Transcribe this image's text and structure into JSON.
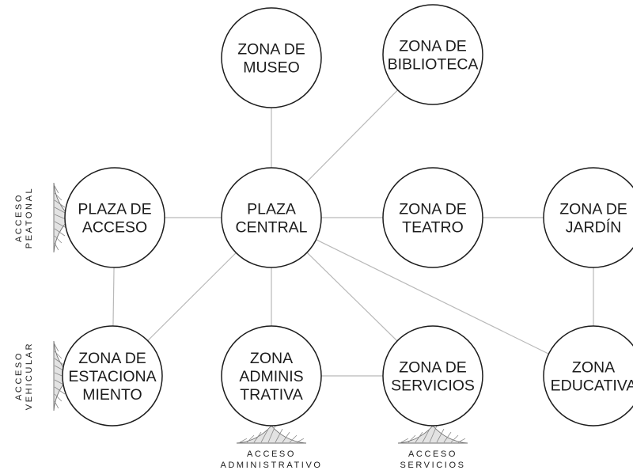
{
  "nodes": [
    {
      "id": "museo",
      "lines": [
        "ZONA DE",
        "MUSEO"
      ]
    },
    {
      "id": "biblioteca",
      "lines": [
        "ZONA DE",
        "BIBLIOTECA"
      ]
    },
    {
      "id": "plaza-acceso",
      "lines": [
        "PLAZA DE",
        "ACCESO"
      ]
    },
    {
      "id": "plaza-central",
      "lines": [
        "PLAZA",
        "CENTRAL"
      ]
    },
    {
      "id": "teatro",
      "lines": [
        "ZONA DE",
        "TEATRO"
      ]
    },
    {
      "id": "jardin",
      "lines": [
        "ZONA DE",
        "JARDÍN"
      ]
    },
    {
      "id": "estacionamiento",
      "lines": [
        "ZONA DE",
        "ESTACIONA",
        "MIENTO"
      ]
    },
    {
      "id": "administrativa",
      "lines": [
        "ZONA",
        "ADMINIS",
        "TRATIVA"
      ]
    },
    {
      "id": "servicios",
      "lines": [
        "ZONA DE",
        "SERVICIOS"
      ]
    },
    {
      "id": "educativa",
      "lines": [
        "ZONA",
        "EDUCATIVA"
      ]
    }
  ],
  "edges": [
    [
      "plaza-central",
      "museo"
    ],
    [
      "plaza-central",
      "biblioteca"
    ],
    [
      "plaza-central",
      "plaza-acceso"
    ],
    [
      "plaza-central",
      "teatro"
    ],
    [
      "plaza-central",
      "estacionamiento"
    ],
    [
      "plaza-central",
      "administrativa"
    ],
    [
      "plaza-central",
      "servicios"
    ],
    [
      "plaza-central",
      "educativa"
    ],
    [
      "teatro",
      "jardin"
    ],
    [
      "jardin",
      "educativa"
    ],
    [
      "plaza-acceso",
      "estacionamiento"
    ],
    [
      "administrativa",
      "servicios"
    ]
  ],
  "accesses": [
    {
      "id": "peatonal",
      "lines": [
        "ACCESO",
        "PEATONAL"
      ]
    },
    {
      "id": "vehicular",
      "lines": [
        "ACCESO",
        "VEHICULAR"
      ]
    },
    {
      "id": "administrativo",
      "lines": [
        "ACCESO",
        "ADMINISTRATIVO"
      ]
    },
    {
      "id": "servicios",
      "lines": [
        "ACCESO",
        "SERVICIOS"
      ]
    }
  ]
}
